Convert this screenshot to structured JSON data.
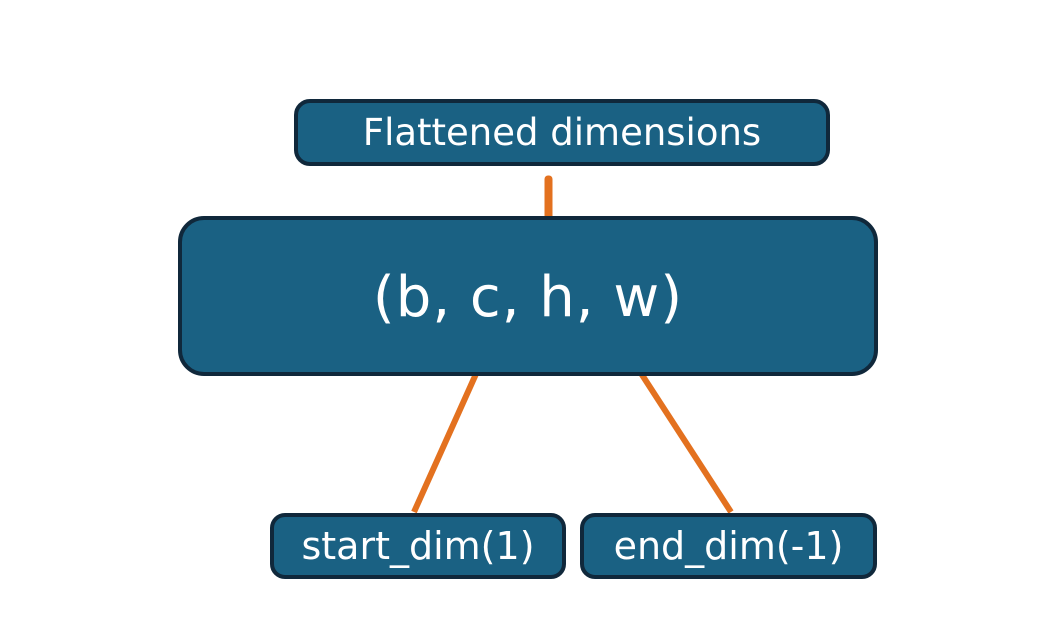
{
  "diagram": {
    "title_text": "Flattened dimensions",
    "background_color": "#ffffff",
    "node_fill_color": "#1A6183",
    "node_border_color": "#10283B",
    "node_text_color": "#FFFFFF",
    "connector_color": "#E3711F",
    "nodes": {
      "flattened": {
        "label": "Flattened dimensions"
      },
      "shape": {
        "label": "(b, c, h, w)"
      },
      "start_dim": {
        "label": "start_dim(1)"
      },
      "end_dim": {
        "label": "end_dim(-1)"
      }
    },
    "connectors": {
      "brace": {
        "name": "curly-brace-pointing-up",
        "spans_dims": "c, h, w",
        "points_to": "Flattened dimensions"
      },
      "arrow_start_dim": {
        "name": "arrow-start-dim-to-c",
        "from": "start_dim(1)",
        "to": "c"
      },
      "arrow_end_dim": {
        "name": "arrow-end-dim-to-w",
        "from": "end_dim(-1)",
        "to": "w"
      }
    }
  }
}
